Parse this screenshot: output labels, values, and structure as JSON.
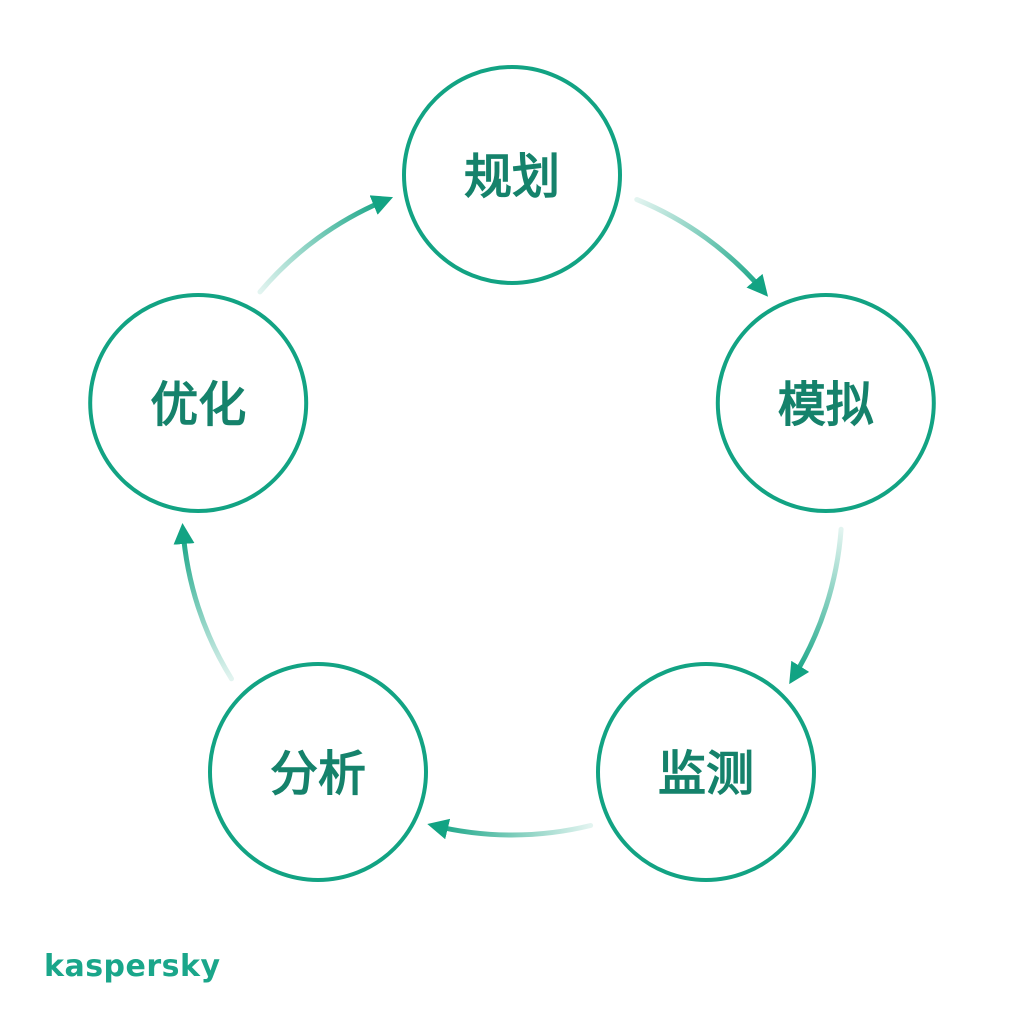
{
  "colors": {
    "accent": "#12a383",
    "label": "#15826b",
    "brand": "#1aa68a",
    "background": "#ffffff"
  },
  "cycle": {
    "nodes": [
      {
        "id": "plan",
        "label": "规划"
      },
      {
        "id": "simulate",
        "label": "模拟"
      },
      {
        "id": "monitor",
        "label": "监测"
      },
      {
        "id": "analyze",
        "label": "分析"
      },
      {
        "id": "optimize",
        "label": "优化"
      }
    ],
    "edges": [
      {
        "from": "plan",
        "to": "simulate"
      },
      {
        "from": "simulate",
        "to": "monitor"
      },
      {
        "from": "monitor",
        "to": "analyze"
      },
      {
        "from": "analyze",
        "to": "optimize"
      },
      {
        "from": "optimize",
        "to": "plan"
      }
    ]
  },
  "brand": {
    "logo_text": "kaspersky"
  }
}
